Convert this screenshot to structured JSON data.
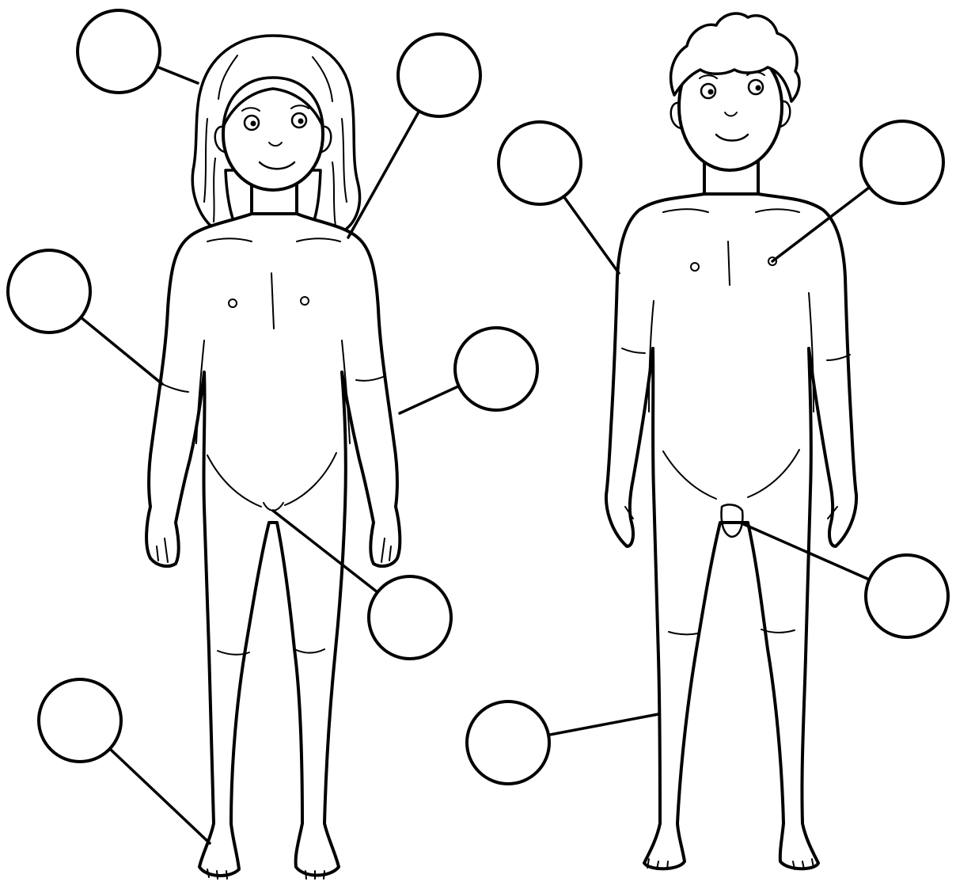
{
  "worksheet": {
    "figures": [
      {
        "key": "girl"
      },
      {
        "key": "boy"
      }
    ],
    "label_bubbles": [
      {
        "figure": "girl",
        "target": "hair",
        "label": ""
      },
      {
        "figure": "girl",
        "target": "shoulder",
        "label": ""
      },
      {
        "figure": "girl",
        "target": "elbow",
        "label": ""
      },
      {
        "figure": "girl",
        "target": "arm",
        "label": ""
      },
      {
        "figure": "girl",
        "target": "vulva",
        "label": ""
      },
      {
        "figure": "girl",
        "target": "foot",
        "label": ""
      },
      {
        "figure": "boy",
        "target": "arm",
        "label": ""
      },
      {
        "figure": "boy",
        "target": "nipple",
        "label": ""
      },
      {
        "figure": "boy",
        "target": "penis",
        "label": ""
      },
      {
        "figure": "boy",
        "target": "leg",
        "label": ""
      }
    ]
  }
}
